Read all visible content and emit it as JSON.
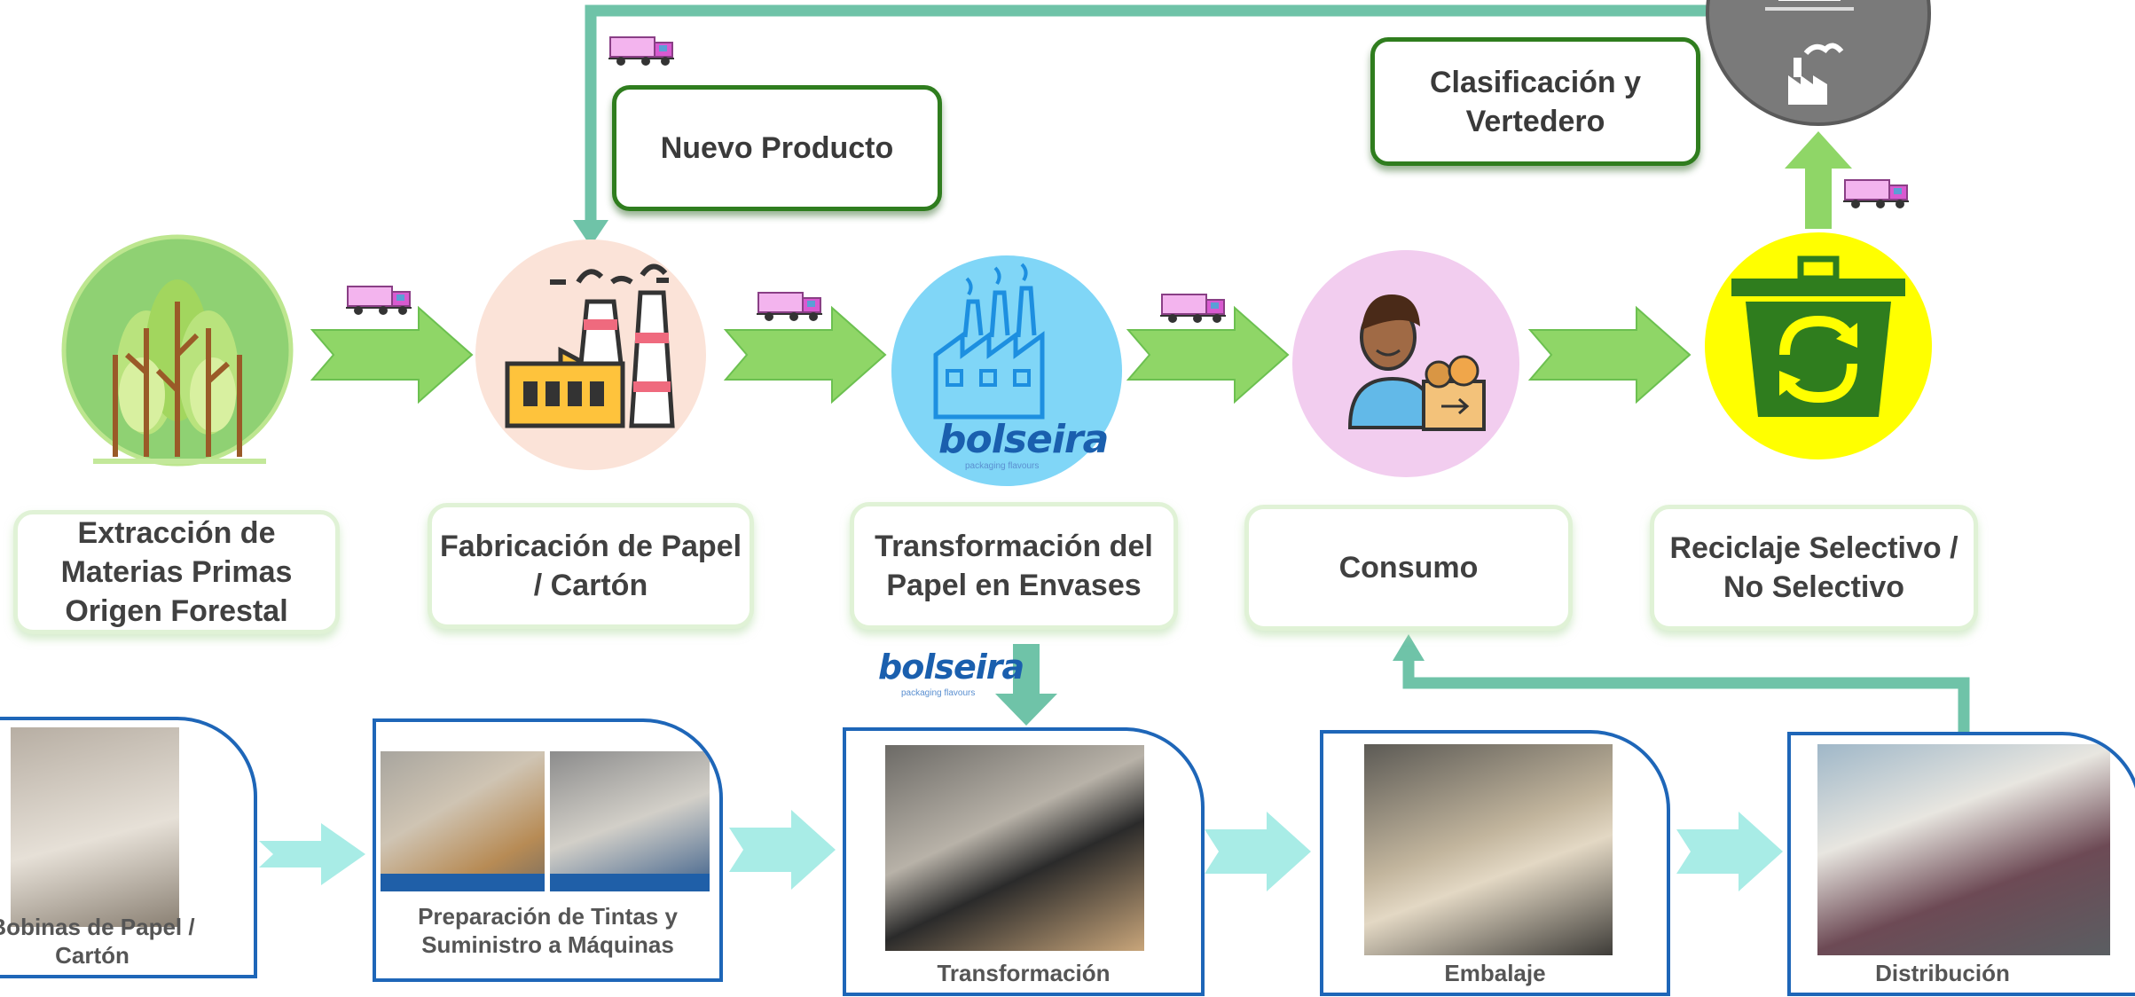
{
  "stages": [
    {
      "label": "Extracción de Materias Primas Origen Forestal",
      "icon": "forest-icon",
      "color": "#8fd173"
    },
    {
      "label": "Fabricación de Papel / Cartón",
      "icon": "paper-mill-icon",
      "color": "#fbe3d8"
    },
    {
      "label": "Transformación del Papel en Envases",
      "icon": "bolseira-factory-icon",
      "color": "#80d6f7"
    },
    {
      "label": "Consumo",
      "icon": "consumer-icon",
      "color": "#f2cdef"
    },
    {
      "label": "Reciclaje Selectivo / No Selectivo",
      "icon": "recycle-bin-icon",
      "color": "#ffff00"
    }
  ],
  "callouts": {
    "new_product": "Nuevo Producto",
    "landfill": "Clasificación y Vertedero"
  },
  "brand": {
    "name": "bolseira",
    "tagline": "packaging flavours"
  },
  "process": [
    {
      "label": "Bobinas de Papel / Cartón",
      "photo": "paper-rolls-photo"
    },
    {
      "label": "Preparación de Tintas y Suministro a Máquinas",
      "photo": "machine-supply-photo"
    },
    {
      "label": "Transformación",
      "photo": "operator-machine-photo"
    },
    {
      "label": "Embalaje",
      "photo": "pallet-packing-photo"
    },
    {
      "label": "Distribución",
      "photo": "delivery-truck-photo"
    }
  ],
  "colors": {
    "flow_arrow": "#8fd667",
    "loop_arrow": "#6fc3a8",
    "process_arrow": "#a8ece6",
    "frame_border": "#1e66b8",
    "truck": "#f0a8e8"
  }
}
